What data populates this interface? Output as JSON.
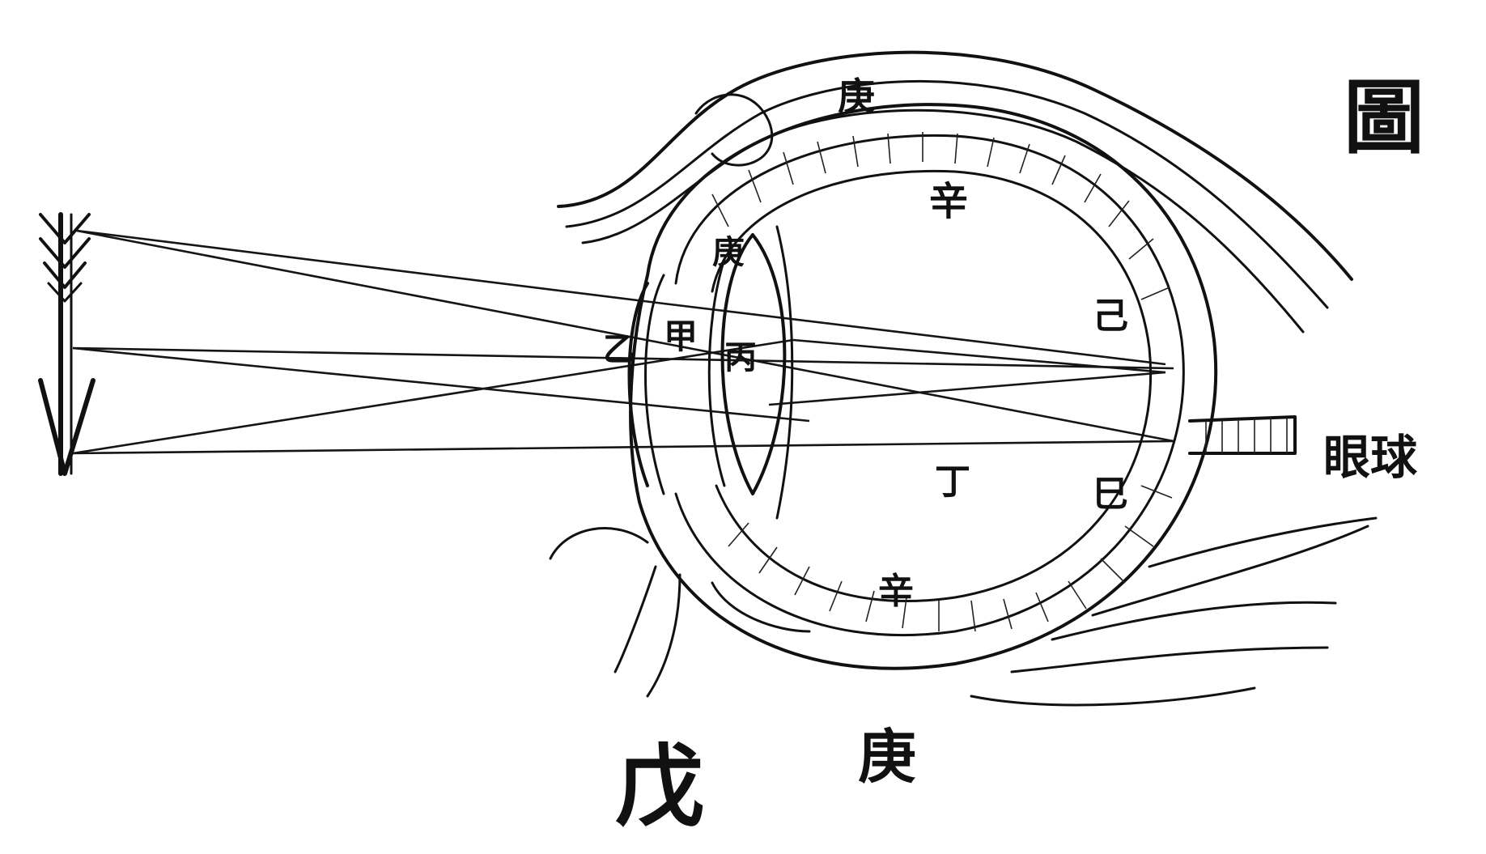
{
  "labels": {
    "title": "圖",
    "eyeball": "眼球",
    "xin_top": "辛",
    "xin_bottom": "辛",
    "ji_top": "己",
    "si": "巳",
    "ding": "丁",
    "yi": "乙",
    "jia": "甲",
    "bing": "丙",
    "geng_lens": "庚",
    "geng_top": "庚",
    "geng_bottom": "庚",
    "wu": "戊"
  }
}
